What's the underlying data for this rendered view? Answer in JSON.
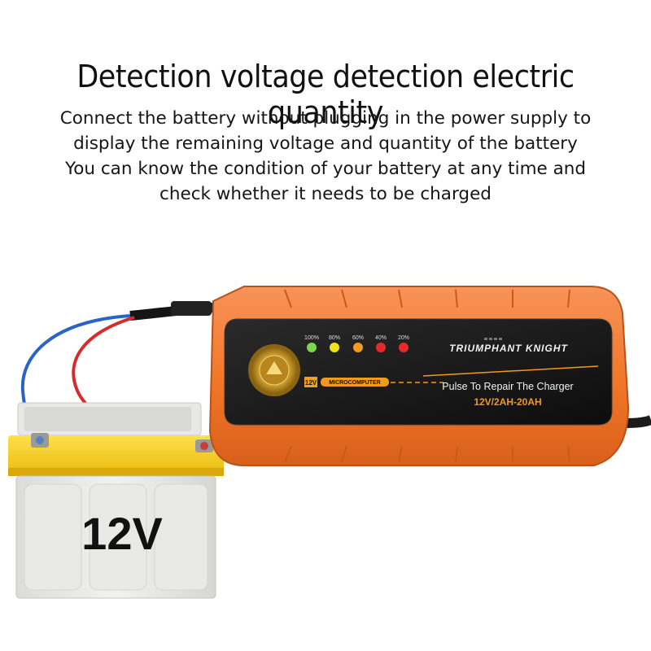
{
  "headline": "Detection voltage detection electric quantity",
  "description": [
    "Connect the battery without plugging in the power supply to",
    "display the remaining voltage and quantity of the battery",
    "You can know the condition of your battery at any time and",
    "check whether it needs to be charged"
  ],
  "charger": {
    "brand": "TRIUMPHANT KNIGHT",
    "led_levels": [
      "100%",
      "80%",
      "60%",
      "40%",
      "20%"
    ],
    "led_colors": [
      "#7bd64a",
      "#f2e21c",
      "#f29a1c",
      "#e62a2a",
      "#e62a2a"
    ],
    "voltage_badge": "12V",
    "chip_label": "MICROCOMPUTER",
    "tagline": "Pulse To Repair The Charger",
    "spec": "12V/2AH-20AH",
    "shell_color": "#f2782a"
  },
  "battery": {
    "label": "12V",
    "top_color": "#f5d21c"
  }
}
